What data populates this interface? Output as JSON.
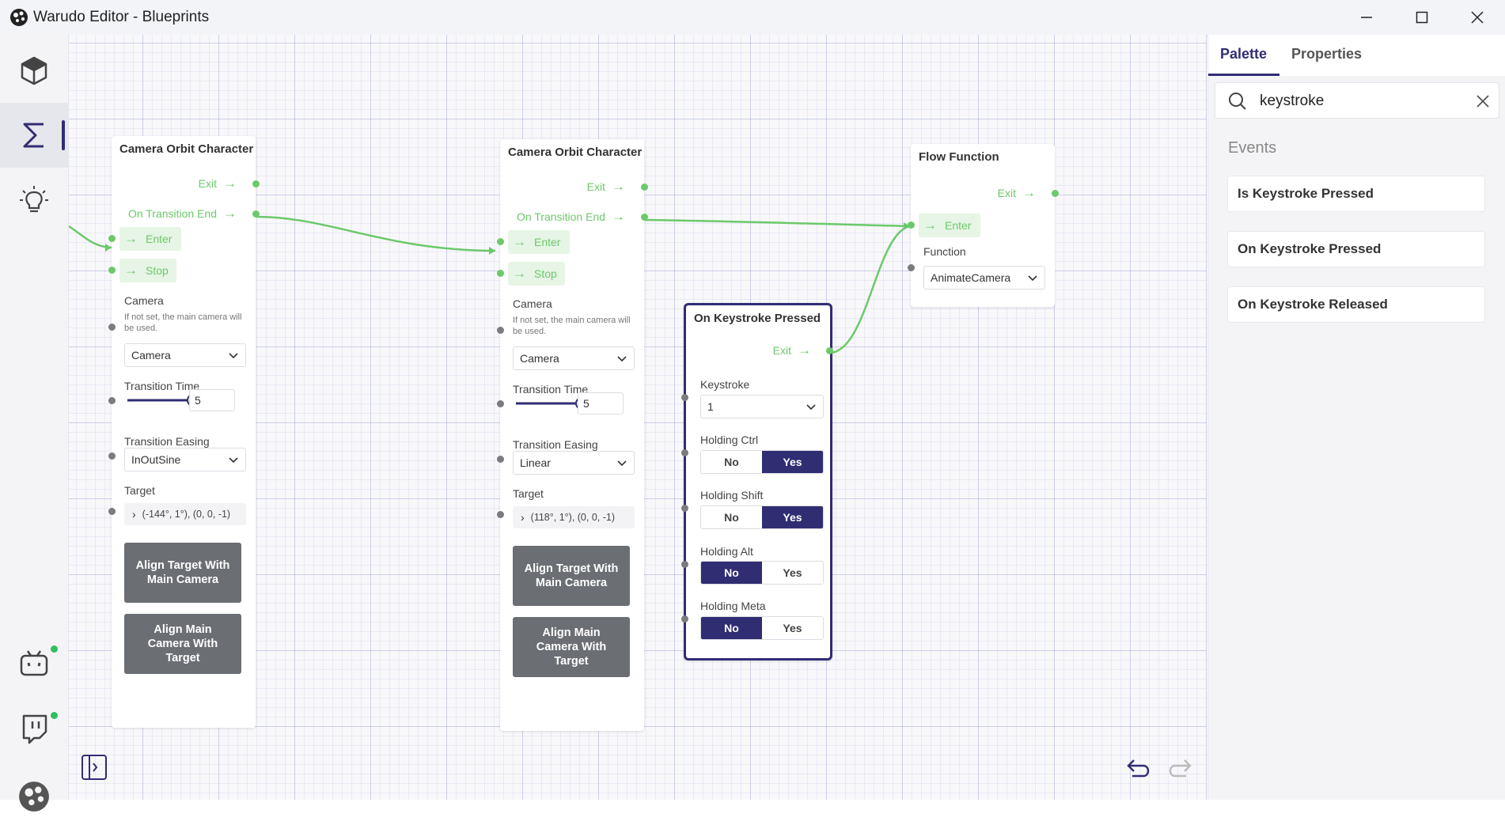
{
  "window": {
    "title": "Warudo Editor - Blueprints"
  },
  "sidebar": {
    "items": [
      {
        "name": "scene-icon",
        "active": false
      },
      {
        "name": "blueprints-icon",
        "active": true
      },
      {
        "name": "ideas-icon",
        "active": false
      }
    ],
    "bottom": [
      {
        "name": "bilibili-icon",
        "online": true
      },
      {
        "name": "twitch-icon",
        "online": true
      },
      {
        "name": "warudo-logo-icon",
        "online": false
      }
    ]
  },
  "nodes": {
    "orbit1": {
      "title": "Camera Orbit Character",
      "exit": "Exit",
      "on_transition_end": "On Transition End",
      "enter": "Enter",
      "stop": "Stop",
      "camera_label": "Camera",
      "camera_hint": "If not set, the main camera will be used.",
      "camera_value": "Camera",
      "transition_time_label": "Transition Time",
      "transition_time_value": "5",
      "transition_easing_label": "Transition Easing",
      "transition_easing_value": "InOutSine",
      "target_label": "Target",
      "target_value": "(-144°, 1°), (0, 0, -1)",
      "align_target_button": "Align Target With Main Camera",
      "align_main_button": "Align Main Camera With Target"
    },
    "orbit2": {
      "title": "Camera Orbit Character",
      "exit": "Exit",
      "on_transition_end": "On Transition End",
      "enter": "Enter",
      "stop": "Stop",
      "camera_label": "Camera",
      "camera_hint": "If not set, the main camera will be used.",
      "camera_value": "Camera",
      "transition_time_label": "Transition Time",
      "transition_time_value": "5",
      "transition_easing_label": "Transition Easing",
      "transition_easing_value": "Linear",
      "target_label": "Target",
      "target_value": "(118°, 1°), (0, 0, -1)",
      "align_target_button": "Align Target With Main Camera",
      "align_main_button": "Align Main Camera With Target"
    },
    "keystroke": {
      "title": "On Keystroke Pressed",
      "exit": "Exit",
      "keystroke_label": "Keystroke",
      "keystroke_value": "1",
      "holding_ctrl_label": "Holding Ctrl",
      "holding_shift_label": "Holding Shift",
      "holding_alt_label": "Holding Alt",
      "holding_meta_label": "Holding Meta",
      "no": "No",
      "yes": "Yes",
      "holding_ctrl": "Yes",
      "holding_shift": "Yes",
      "holding_alt": "No",
      "holding_meta": "No"
    },
    "flow": {
      "title": "Flow Function",
      "exit": "Exit",
      "enter": "Enter",
      "function_label": "Function",
      "function_value": "AnimateCamera"
    }
  },
  "panel": {
    "tabs": [
      "Palette",
      "Properties"
    ],
    "active_tab": "Palette",
    "search_value": "keystroke",
    "section": "Events",
    "events": [
      "Is Keystroke Pressed",
      "On Keystroke Pressed",
      "On Keystroke Released"
    ]
  },
  "colors": {
    "accent": "#312d73",
    "flow_green": "#6cc96a",
    "button_gray": "#6b6e73",
    "online": "#2fbf5f"
  }
}
